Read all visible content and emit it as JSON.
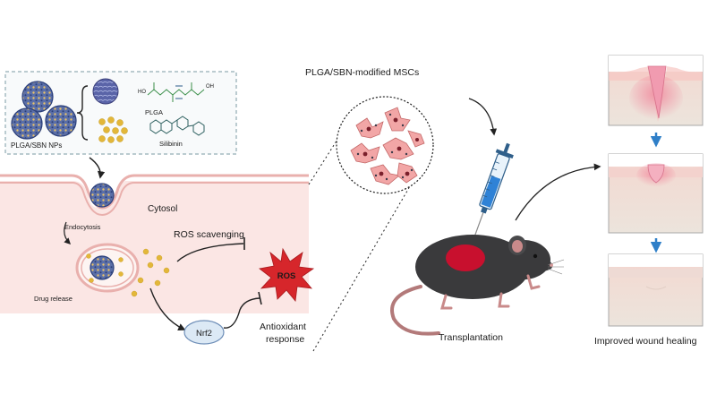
{
  "nanoparticle_panel": {
    "nps_label": "PLGA/SBN NPs",
    "plga_label": "PLGA",
    "silibinin_label": "Silibinin"
  },
  "cell_panel": {
    "cytosol_label": "Cytosol",
    "endocytosis_label": "Endocytosis",
    "drug_release_label": "Drug release",
    "ros_scavenging_label": "ROS scavenging",
    "ros_label": "ROS",
    "nrf2_label": "Nrf2",
    "antioxidant_label_line1": "Antioxidant",
    "antioxidant_label_line2": "response"
  },
  "msc_panel": {
    "title": "PLGA/SBN-modified MSCs"
  },
  "mouse_panel": {
    "transplantation_label": "Transplantation"
  },
  "wound_panel": {
    "improved_label": "Improved wound healing"
  },
  "colors": {
    "cytosol_fill": "#fbe6e4",
    "membrane": "#e9b0ad",
    "ros_red": "#d6262b",
    "nrf2_fill": "#dce9f5",
    "arrow_blue": "#2f7fc8",
    "skin_top": "#f5d3d0",
    "skin_bottom": "#efe6dc",
    "mouse": "#3a3a3c",
    "wound": "#c8102e",
    "cell_pink": "#f2a6a6"
  }
}
